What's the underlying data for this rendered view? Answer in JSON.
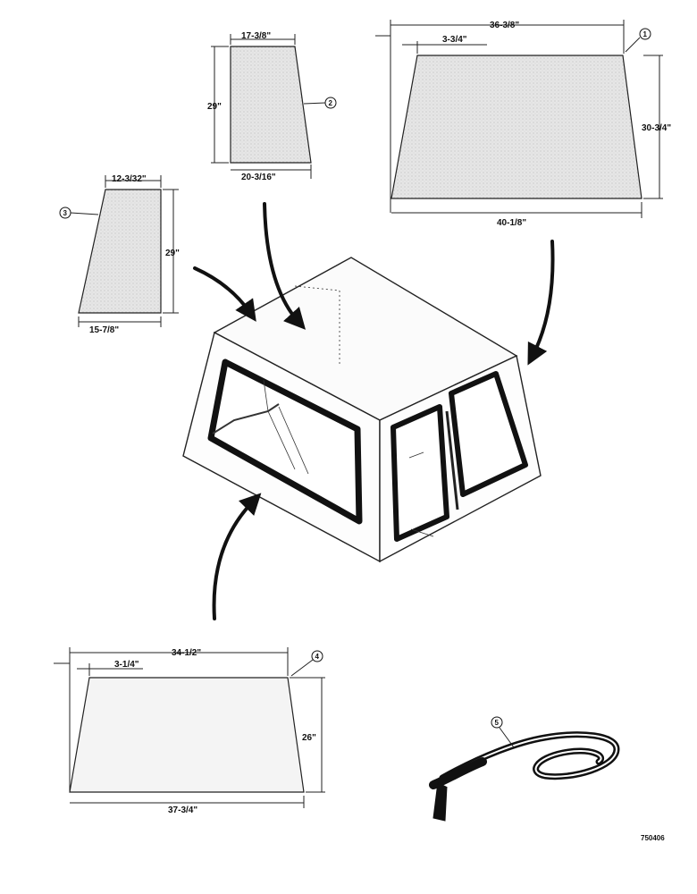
{
  "panels": {
    "p1": {
      "callout": "1",
      "top_dim": "36-3/8\"",
      "offset_dim": "3-3/4\"",
      "height_dim": "30-3/4\"",
      "bottom_dim": "40-1/8\""
    },
    "p2": {
      "callout": "2",
      "top_dim": "17-3/8\"",
      "height_dim": "29\"",
      "bottom_dim": "20-3/16\""
    },
    "p3": {
      "callout": "3",
      "top_dim": "12-3/32\"",
      "height_dim": "29\"",
      "bottom_dim": "15-7/8\""
    },
    "p4": {
      "callout": "4",
      "top_dim": "34-1/2\"",
      "offset_dim": "3-1/4\"",
      "height_dim": "26\"",
      "bottom_dim": "37-3/4\""
    },
    "p5": {
      "callout": "5"
    }
  },
  "drawing_code": "750406"
}
